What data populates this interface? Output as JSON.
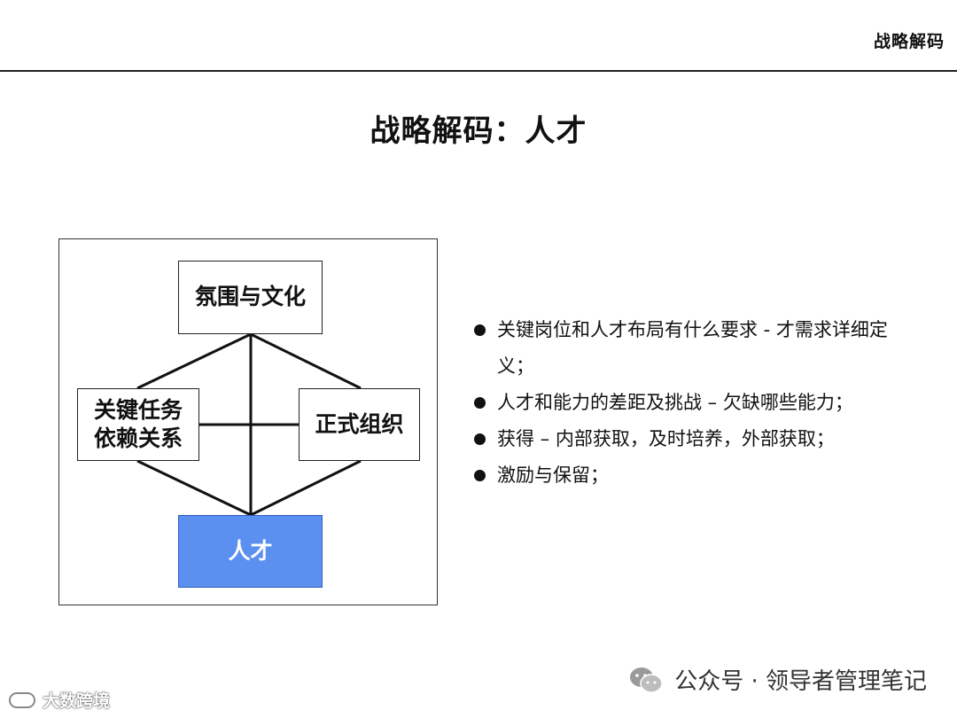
{
  "header": {
    "title": "战略解码"
  },
  "slide": {
    "title": "战略解码：人才"
  },
  "diagram": {
    "nodes": {
      "culture": "氛围与文化",
      "tasks": "关键任务\n依赖关系",
      "organization": "正式组织",
      "talent": "人才"
    },
    "highlight_color": "#5b8ff0"
  },
  "bullets": [
    "关键岗位和人才布局有什么要求 - 才需求详细定义；",
    "人才和能力的差距及挑战 – 欠缺哪些能力；",
    " 获得 – 内部获取，及时培养，外部获取；",
    "激励与保留；"
  ],
  "footer": {
    "wechat_label": "公众号 · 领导者管理笔记",
    "wechat_icon": "wechat-icon",
    "watermark": "大数跨境"
  }
}
